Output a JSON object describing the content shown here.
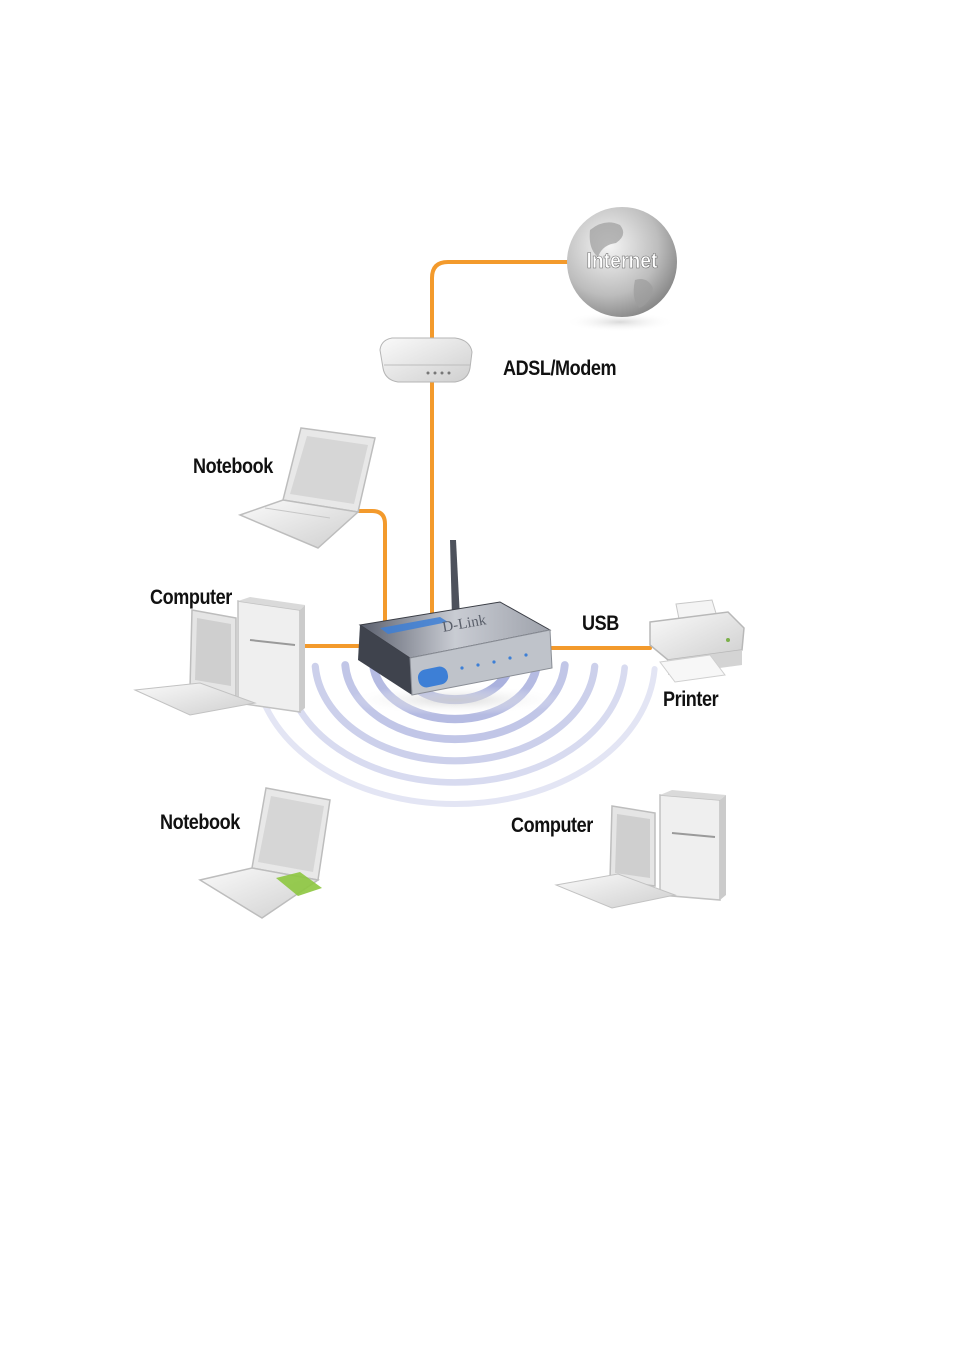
{
  "colors": {
    "cable": "#f39a2c",
    "waves": "#8e97d3",
    "device_light": "#eeeeee",
    "device_mid": "#cfcfcf",
    "router_dark": "#4a4f5c",
    "router_accent": "#3d7fd6",
    "card": "#8dc63f"
  },
  "diagram": {
    "internet_label": "Internet",
    "router_brand": "D-Link",
    "labels": {
      "modem": "ADSL/Modem",
      "notebook_wired": "Notebook",
      "computer_wired": "Computer",
      "usb": "USB",
      "printer": "Printer",
      "notebook_wireless": "Notebook",
      "computer_wireless": "Computer"
    }
  }
}
